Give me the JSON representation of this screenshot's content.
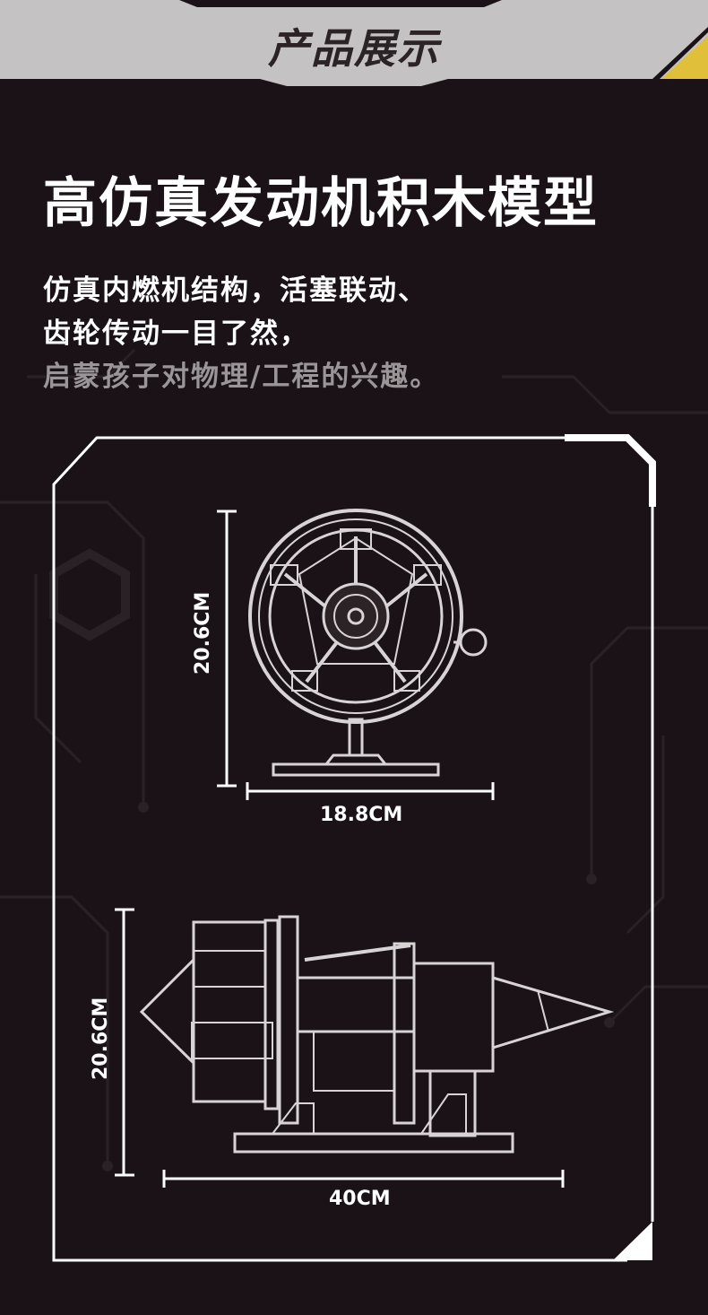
{
  "banner": {
    "title": "产品展示"
  },
  "headline": "高仿真发动机积木模型",
  "description": {
    "line1": "仿真内燃机结构，活塞联动、",
    "line2": "齿轮传动一目了然，",
    "line3": "启蒙孩子对物理/工程的兴趣。"
  },
  "top_model": {
    "height_label": "20.6CM",
    "width_label": "18.8CM"
  },
  "side_model": {
    "height_label": "20.6CM",
    "length_label": "40CM"
  },
  "colors": {
    "background": "#1a1216",
    "banner": "#c4c2c3",
    "accent": "#e0c03a",
    "text": "#ffffff",
    "muted_text": "#9a9597"
  }
}
